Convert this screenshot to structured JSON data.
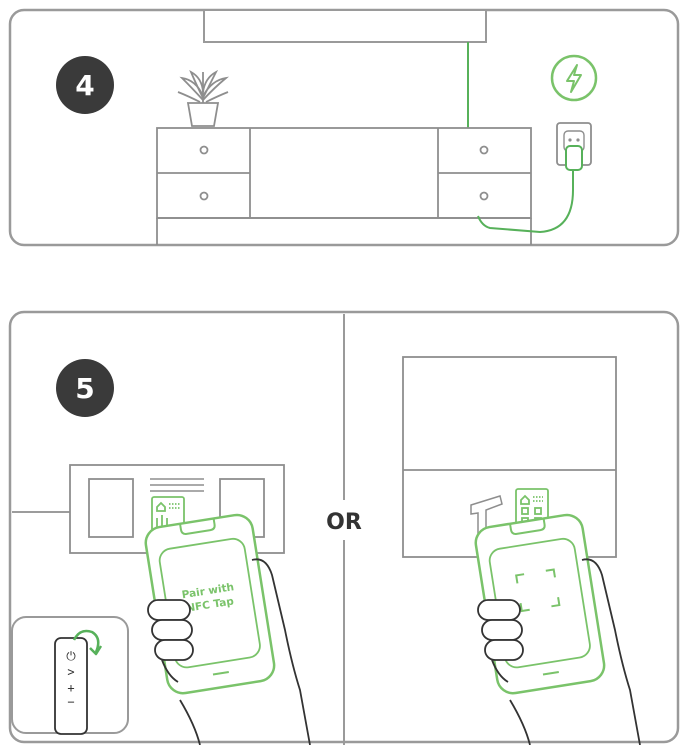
{
  "steps": [
    {
      "number": "4"
    },
    {
      "number": "5"
    }
  ],
  "divider_label": "OR",
  "phone_left_text": [
    "Pair with",
    "NFC Tap"
  ],
  "remote_symbols": {
    "power": "⏻",
    "next": ">",
    "plus": "+",
    "minus": "−"
  },
  "icons": {
    "charge": "lightning-bolt-icon",
    "outlet": "power-outlet-icon",
    "plant": "potted-plant-icon",
    "qr": "qr-code-icon",
    "nfc": "nfc-tag-icon"
  },
  "colors": {
    "accent_green": "#7ac36a",
    "line_green": "#57b15a",
    "stroke_gray": "#8e8e8e",
    "dark_badge": "#3a3a3a",
    "panel_border": "#9a9a9a"
  }
}
